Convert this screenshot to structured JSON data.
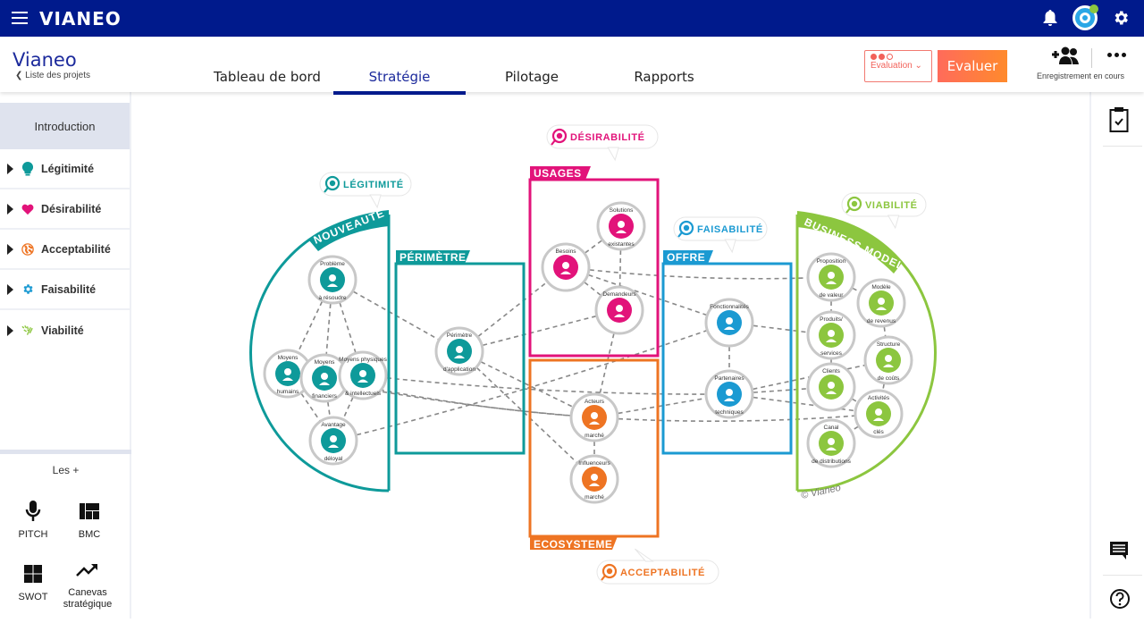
{
  "topbar": {
    "brand": "VIANEO",
    "icons": [
      "menu-icon",
      "bell-icon",
      "avatar",
      "gear-icon"
    ]
  },
  "header": {
    "project_title": "Vianeo",
    "back_link": "Liste des projets",
    "tabs": [
      {
        "label": "Tableau de bord",
        "active": false
      },
      {
        "label": "Stratégie",
        "active": true
      },
      {
        "label": "Pilotage",
        "active": false
      },
      {
        "label": "Rapports",
        "active": false
      }
    ],
    "evaluation_select": {
      "label": "Evaluation",
      "dots_filled": 2,
      "dots_total": 3
    },
    "evaluate_button": "Evaluer",
    "recording_status": "Enregistrement en cours",
    "accent": "#001a8c",
    "cta_color": "#ff7a45"
  },
  "sidebar": {
    "intro": "Introduction",
    "items": [
      {
        "label": "Légitimité",
        "icon": "lightbulb-icon",
        "color": "#0e9a9a"
      },
      {
        "label": "Désirabilité",
        "icon": "heart-icon",
        "color": "#e2137a"
      },
      {
        "label": "Acceptabilité",
        "icon": "globe-icon",
        "color": "#ee7423"
      },
      {
        "label": "Faisabilité",
        "icon": "gear-icon",
        "color": "#1b9ad2"
      },
      {
        "label": "Viabilité",
        "icon": "money-icon",
        "color": "#8cc63f"
      }
    ],
    "extras_title": "Les +",
    "extras": [
      {
        "label": "PITCH",
        "icon": "microphone-icon"
      },
      {
        "label": "BMC",
        "icon": "bmc-grid-icon"
      },
      {
        "label": "SWOT",
        "icon": "swot-grid-icon"
      },
      {
        "label": "Canevas stratégique",
        "icon": "trending-up-icon"
      }
    ]
  },
  "rightbar": {
    "icons": [
      "clipboard-check-icon",
      "comment-icon",
      "help-icon"
    ]
  },
  "diagram": {
    "bubbles": [
      {
        "id": "legitimite",
        "label": "LÉGITIMITÉ",
        "color": "#0e9a9a"
      },
      {
        "id": "desirabilite",
        "label": "DÉSIRABILITÉ",
        "color": "#e2137a"
      },
      {
        "id": "faisabilite",
        "label": "FAISABILITÉ",
        "color": "#1b9ad2"
      },
      {
        "id": "viabilite",
        "label": "VIABILITÉ",
        "color": "#8cc63f"
      },
      {
        "id": "acceptabilite",
        "label": "ACCEPTABILITÉ",
        "color": "#ee7423"
      }
    ],
    "sections": [
      {
        "id": "nouveaute",
        "label": "NOUVEAUTÉ",
        "color": "#0e9a9a"
      },
      {
        "id": "perimetre",
        "label": "PÉRIMÈTRE",
        "color": "#0e9a9a"
      },
      {
        "id": "usages",
        "label": "USAGES",
        "color": "#e2137a"
      },
      {
        "id": "ecosysteme",
        "label": "ECOSYSTEME",
        "color": "#ee7423"
      },
      {
        "id": "offre",
        "label": "OFFRE",
        "color": "#1b9ad2"
      },
      {
        "id": "business_model",
        "label": "BUSINESS MODEL",
        "color": "#8cc63f"
      }
    ],
    "nodes": [
      {
        "id": "probleme",
        "top": "Problème",
        "bottom": "à résoudre",
        "section": "nouveaute"
      },
      {
        "id": "moyens_humains",
        "top": "Moyens",
        "bottom": "humains",
        "section": "nouveaute"
      },
      {
        "id": "moyens_financiers",
        "top": "Moyens",
        "bottom": "financiers",
        "section": "nouveaute"
      },
      {
        "id": "moyens_physiques",
        "top": "Moyens physiques",
        "bottom": "& intellectuels",
        "section": "nouveaute"
      },
      {
        "id": "avantage",
        "top": "Avantage",
        "bottom": "déloyal",
        "section": "nouveaute"
      },
      {
        "id": "perimetre_app",
        "top": "Périmètre",
        "bottom": "d'application",
        "section": "perimetre"
      },
      {
        "id": "solutions",
        "top": "Solutions",
        "bottom": "existantes",
        "section": "usages"
      },
      {
        "id": "besoins",
        "top": "Besoins",
        "bottom": "",
        "section": "usages"
      },
      {
        "id": "demandeurs",
        "top": "Demandeurs",
        "bottom": "",
        "section": "usages"
      },
      {
        "id": "acteurs",
        "top": "Acteurs",
        "bottom": "marché",
        "section": "ecosysteme"
      },
      {
        "id": "influenceurs",
        "top": "Influenceurs",
        "bottom": "marché",
        "section": "ecosysteme"
      },
      {
        "id": "fonctionnalites",
        "top": "Fonctionnalités",
        "bottom": "",
        "section": "offre"
      },
      {
        "id": "partenaires",
        "top": "Partenaires",
        "bottom": "techniques",
        "section": "offre"
      },
      {
        "id": "proposition",
        "top": "Proposition",
        "bottom": "de valeur",
        "section": "business_model"
      },
      {
        "id": "modele_revenus",
        "top": "Modèle",
        "bottom": "de revenus",
        "section": "business_model"
      },
      {
        "id": "produits",
        "top": "Produits/",
        "bottom": "services",
        "section": "business_model"
      },
      {
        "id": "structure_couts",
        "top": "Structure",
        "bottom": "de coûts",
        "section": "business_model"
      },
      {
        "id": "clients",
        "top": "Clients",
        "bottom": "",
        "section": "business_model"
      },
      {
        "id": "activites",
        "top": "Activités",
        "bottom": "clés",
        "section": "business_model"
      },
      {
        "id": "canal",
        "top": "Canal",
        "bottom": "de distributions",
        "section": "business_model"
      }
    ],
    "links": [
      [
        "probleme",
        "moyens_humains"
      ],
      [
        "probleme",
        "moyens_financiers"
      ],
      [
        "probleme",
        "moyens_physiques"
      ],
      [
        "probleme",
        "perimetre_app"
      ],
      [
        "moyens_humains",
        "avantage"
      ],
      [
        "moyens_financiers",
        "avantage"
      ],
      [
        "moyens_physiques",
        "avantage"
      ],
      [
        "moyens_humains",
        "acteurs"
      ],
      [
        "moyens_financiers",
        "acteurs"
      ],
      [
        "moyens_physiques",
        "partenaires"
      ],
      [
        "avantage",
        "fonctionnalites"
      ],
      [
        "perimetre_app",
        "besoins"
      ],
      [
        "perimetre_app",
        "demandeurs"
      ],
      [
        "perimetre_app",
        "acteurs"
      ],
      [
        "perimetre_app",
        "influenceurs"
      ],
      [
        "besoins",
        "solutions"
      ],
      [
        "besoins",
        "demandeurs"
      ],
      [
        "besoins",
        "proposition"
      ],
      [
        "besoins",
        "fonctionnalites"
      ],
      [
        "solutions",
        "demandeurs"
      ],
      [
        "demandeurs",
        "acteurs"
      ],
      [
        "acteurs",
        "influenceurs"
      ],
      [
        "acteurs",
        "partenaires"
      ],
      [
        "acteurs",
        "activites"
      ],
      [
        "fonctionnalites",
        "partenaires"
      ],
      [
        "fonctionnalites",
        "produits"
      ],
      [
        "partenaires",
        "structure_couts"
      ],
      [
        "partenaires",
        "clients"
      ],
      [
        "partenaires",
        "activites"
      ],
      [
        "proposition",
        "modele_revenus"
      ],
      [
        "proposition",
        "produits"
      ],
      [
        "modele_revenus",
        "structure_couts"
      ],
      [
        "structure_couts",
        "activites"
      ],
      [
        "clients",
        "activites"
      ],
      [
        "activites",
        "canal"
      ],
      [
        "produits",
        "clients"
      ]
    ],
    "copyright": "© Vianeo"
  }
}
